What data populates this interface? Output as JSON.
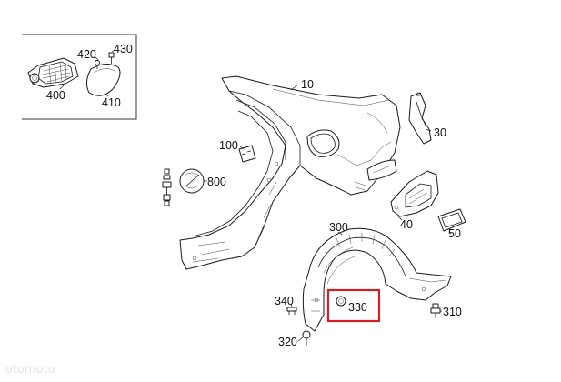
{
  "labels": {
    "p10": "10",
    "p30": "30",
    "p40": "40",
    "p50": "50",
    "p100": "100",
    "p300": "300",
    "p310": "310",
    "p320": "320",
    "p330": "330",
    "p340": "340",
    "p400": "400",
    "p410": "410",
    "p420": "420",
    "p430": "430",
    "p800": "800"
  },
  "watermark": "otomoto",
  "colors": {
    "highlight": "#d32027",
    "line": "#1a1a1a",
    "background": "#ffffff"
  }
}
